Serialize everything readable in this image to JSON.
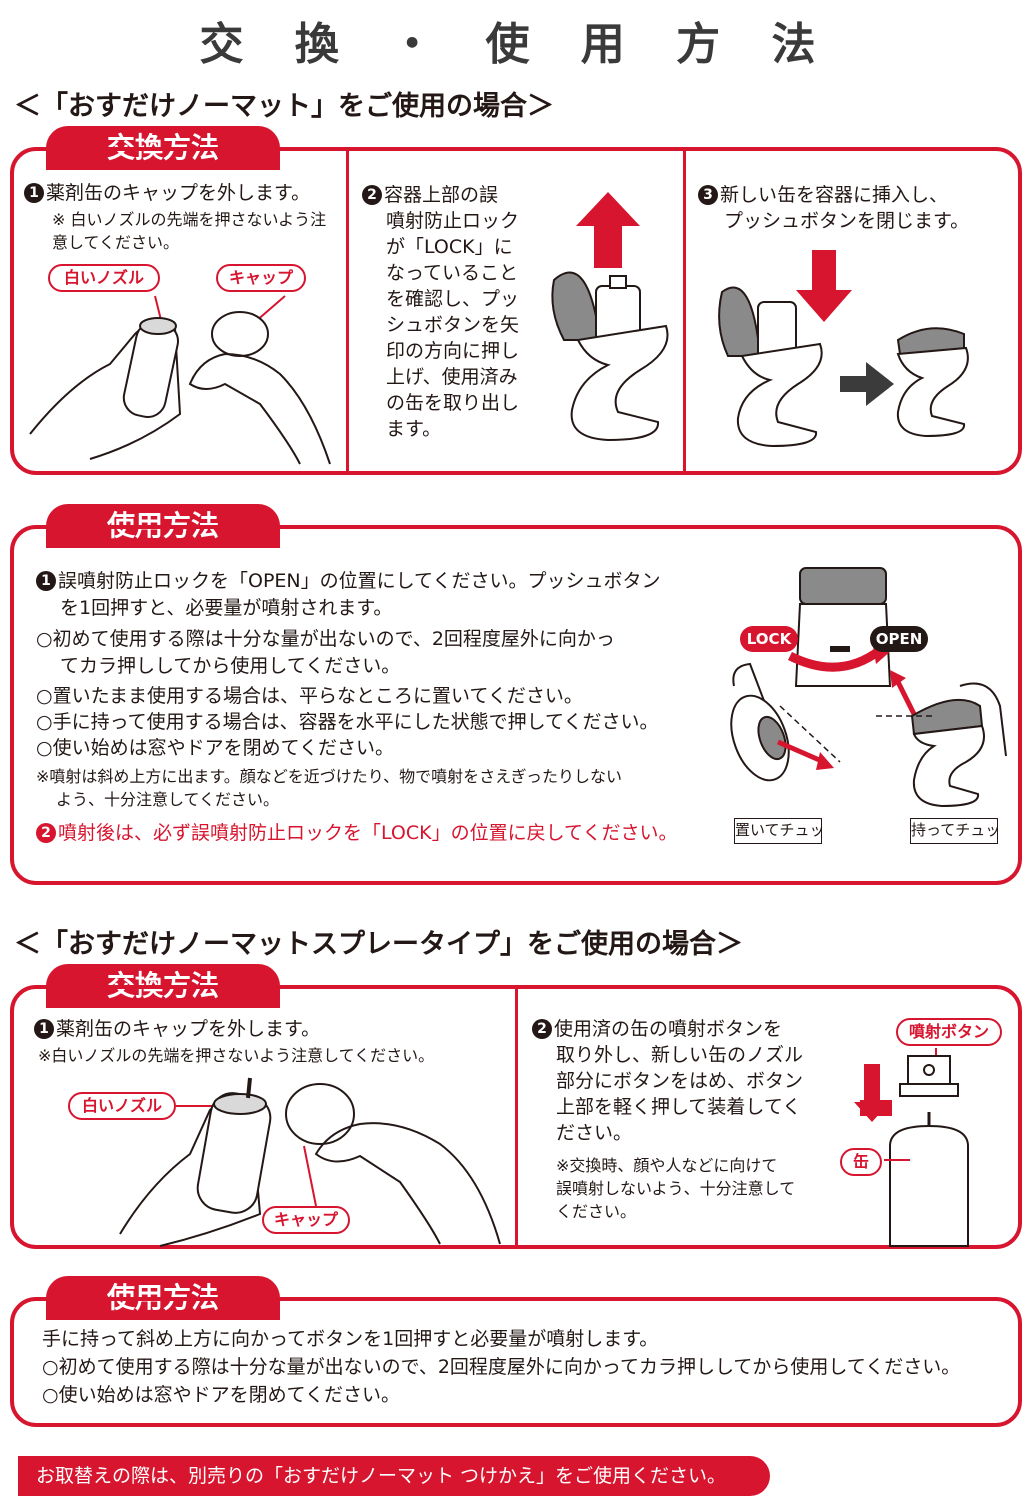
{
  "page_title": "交 換 ・ 使 用 方 法",
  "section1": {
    "heading": "＜「おすだけノーマット」をご使用の場合＞",
    "exchange": {
      "tab": "交換方法",
      "step1": {
        "num": "1",
        "text": "薬剤缶のキャップを外します。",
        "note": "※ 白いノズルの先端を押さないよう注意してください。",
        "label_nozzle": "白いノズル",
        "label_cap": "キャップ"
      },
      "step2": {
        "num": "2",
        "lines": [
          "容器上部の誤",
          "噴射防止ロック",
          "が「LOCK」に",
          "なっていること",
          "を確認し、プッ",
          "シュボタンを矢",
          "印の方向に押し",
          "上げ、使用済み",
          "の缶を取り出し",
          "ます。"
        ]
      },
      "step3": {
        "num": "3",
        "line1": "新しい缶を容器に挿入し、",
        "line2": "プッシュボタンを閉じます。"
      }
    },
    "usage": {
      "tab": "使用方法",
      "item1_num": "1",
      "item1_line1": "誤噴射防止ロックを「OPEN」の位置にしてください。プッシュボタン",
      "item1_line2": "を1回押すと、必要量が噴射されます。",
      "b1_line1": "○初めて使用する際は十分な量が出ないので、2回程度屋外に向かっ",
      "b1_line2": "てカラ押ししてから使用してください。",
      "b2": "○置いたまま使用する場合は、平らなところに置いてください。",
      "b3": "○手に持って使用する場合は、容器を水平にした状態で押してください。",
      "b4": "○使い始めは窓やドアを閉めてください。",
      "note_line1": "※噴射は斜め上方に出ます。顔などを近づけたり、物で噴射をさえぎったりしない",
      "note_line2": "よう、十分注意してください。",
      "item2_num": "2",
      "item2": "噴射後は、必ず誤噴射防止ロックを「LOCK」の位置に戻してください。",
      "label_lock": "LOCK",
      "label_open": "OPEN",
      "label_place": "置いてチュッ",
      "label_hold": "持ってチュッ"
    }
  },
  "section2": {
    "heading": "＜「おすだけノーマットスプレータイプ」をご使用の場合＞",
    "exchange": {
      "tab": "交換方法",
      "step1": {
        "num": "1",
        "text": "薬剤缶のキャップを外します。",
        "note": "※白いノズルの先端を押さないよう注意してください。",
        "label_nozzle": "白いノズル",
        "label_cap": "キャップ"
      },
      "step2": {
        "num": "2",
        "lines": [
          "使用済の缶の噴射ボタンを",
          "取り外し、新しい缶のノズル",
          "部分にボタンをはめ、ボタン",
          "上部を軽く押して装着してく",
          "ださい。"
        ],
        "note_lines": [
          "※交換時、顔や人などに向けて",
          "誤噴射しないよう、十分注意して",
          "ください。"
        ],
        "label_button": "噴射ボタン",
        "label_can": "缶"
      }
    },
    "usage": {
      "tab": "使用方法",
      "line1": "手に持って斜め上方に向かってボタンを1回押すと必要量が噴射します。",
      "line2": "○初めて使用する際は十分な量が出ないので、2回程度屋外に向かってカラ押ししてから使用してください。",
      "line3": "○使い始めは窓やドアを閉めてください。"
    }
  },
  "footer": "お取替えの際は、別売りの「おすだけノーマット つけかえ」をご使用ください。",
  "colors": {
    "accent": "#d7152f",
    "text": "#231815",
    "gray": "#8a8a8a"
  }
}
